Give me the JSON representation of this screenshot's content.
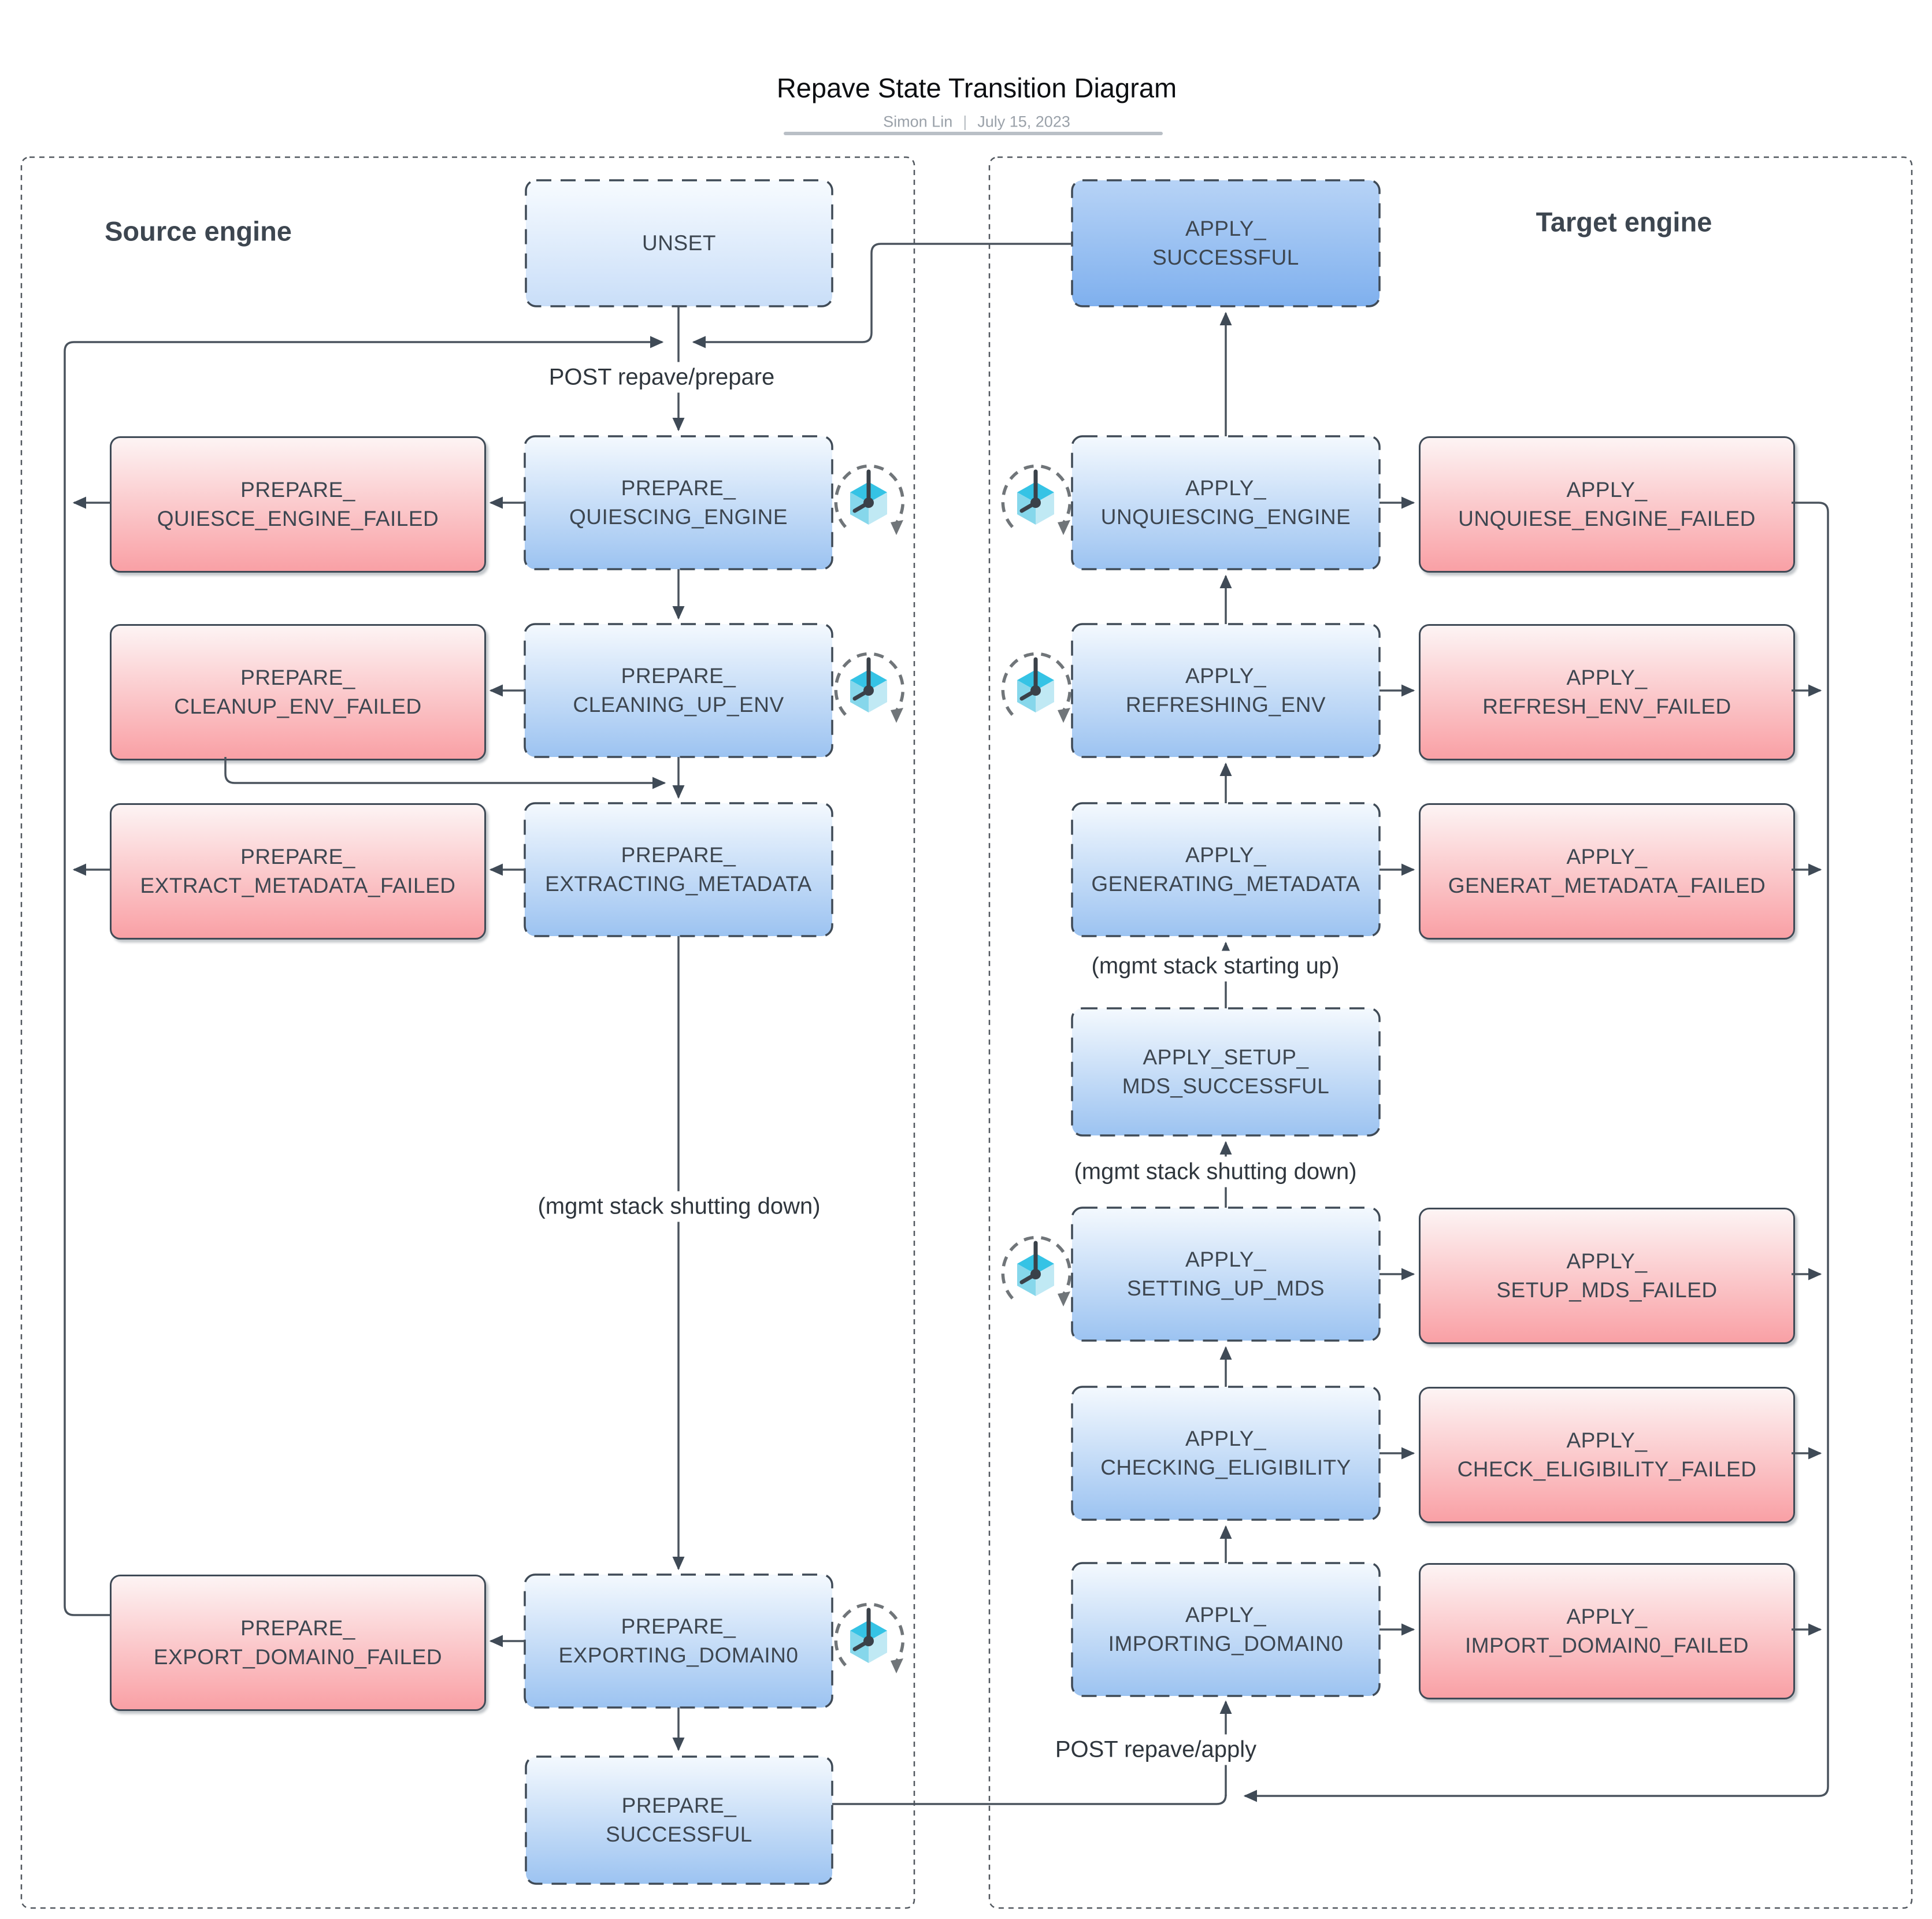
{
  "header": {
    "title": "Repave State Transition Diagram",
    "author": "Simon Lin",
    "separator": "|",
    "date": "July 15, 2023"
  },
  "source_engine": {
    "heading": "Source engine"
  },
  "target_engine": {
    "heading": "Target engine"
  },
  "states": {
    "unset": {
      "line1": "UNSET",
      "line2": ""
    },
    "prepare_quiescing_engine": {
      "line1": "PREPARE_",
      "line2": "QUIESCING_ENGINE"
    },
    "prepare_quiesce_engine_failed": {
      "line1": "PREPARE_",
      "line2": "QUIESCE_ENGINE_FAILED"
    },
    "prepare_cleaning_up_env": {
      "line1": "PREPARE_",
      "line2": "CLEANING_UP_ENV"
    },
    "prepare_cleanup_env_failed": {
      "line1": "PREPARE_",
      "line2": "CLEANUP_ENV_FAILED"
    },
    "prepare_extracting_metadata": {
      "line1": "PREPARE_",
      "line2": "EXTRACTING_METADATA"
    },
    "prepare_extract_metadata_failed": {
      "line1": "PREPARE_",
      "line2": "EXTRACT_METADATA_FAILED"
    },
    "prepare_exporting_domain0": {
      "line1": "PREPARE_",
      "line2": "EXPORTING_DOMAIN0"
    },
    "prepare_export_domain0_failed": {
      "line1": "PREPARE_",
      "line2": "EXPORT_DOMAIN0_FAILED"
    },
    "prepare_successful": {
      "line1": "PREPARE_",
      "line2": "SUCCESSFUL"
    },
    "apply_successful": {
      "line1": "APPLY_",
      "line2": "SUCCESSFUL"
    },
    "apply_unquiescing_engine": {
      "line1": "APPLY_",
      "line2": "UNQUIESCING_ENGINE"
    },
    "apply_unquiese_engine_failed": {
      "line1": "APPLY_",
      "line2": "UNQUIESE_ENGINE_FAILED"
    },
    "apply_refreshing_env": {
      "line1": "APPLY_",
      "line2": "REFRESHING_ENV"
    },
    "apply_refresh_env_failed": {
      "line1": "APPLY_",
      "line2": "REFRESH_ENV_FAILED"
    },
    "apply_generating_metadata": {
      "line1": "APPLY_",
      "line2": "GENERATING_METADATA"
    },
    "apply_generat_metadata_failed": {
      "line1": "APPLY_",
      "line2": "GENERAT_METADATA_FAILED"
    },
    "apply_setup_mds_successful": {
      "line1": "APPLY_SETUP_",
      "line2": "MDS_SUCCESSFUL"
    },
    "apply_setting_up_mds": {
      "line1": "APPLY_",
      "line2": "SETTING_UP_MDS"
    },
    "apply_setup_mds_failed": {
      "line1": "APPLY_",
      "line2": "SETUP_MDS_FAILED"
    },
    "apply_checking_eligibility": {
      "line1": "APPLY_",
      "line2": "CHECKING_ELIGIBILITY"
    },
    "apply_check_eligibility_failed": {
      "line1": "APPLY_",
      "line2": "CHECK_ELIGIBILITY_FAILED"
    },
    "apply_importing_domain0": {
      "line1": "APPLY_",
      "line2": "IMPORTING_DOMAIN0"
    },
    "apply_import_domain0_failed": {
      "line1": "APPLY_",
      "line2": "IMPORT_DOMAIN0_FAILED"
    }
  },
  "edge_labels": {
    "post_prepare": "POST repave/prepare",
    "post_apply": "POST repave/apply",
    "mgmt_shutting_down_left": "(mgmt stack shutting down)",
    "mgmt_starting_up": "(mgmt stack starting up)",
    "mgmt_shutting_down_right": "(mgmt stack shutting down)"
  },
  "icon": {
    "name": "cube-clock-rotation-icon"
  },
  "colors": {
    "state_blue_top": "#f4f9fe",
    "state_blue_bottom": "#9cc3f1",
    "unset_blue_top": "#f7fbff",
    "unset_blue_bottom": "#c9def8",
    "success_blue_top": "#b7d3f6",
    "success_blue_bottom": "#7fb0ee",
    "failed_red_top": "#fdf4f4",
    "failed_red_bottom": "#f9a0a5",
    "box_border": "#3f4a56",
    "connector": "#4a535d",
    "text_dark": "#3d4650",
    "label_text": "#2f363d",
    "subtitle_gray": "#9aa1a9",
    "icon_cyan_top": "#35c3e5",
    "icon_cyan_left": "#86d7eb",
    "icon_cyan_right": "#c0e9f4",
    "icon_hand": "#3a4149",
    "icon_ring": "#707579"
  }
}
